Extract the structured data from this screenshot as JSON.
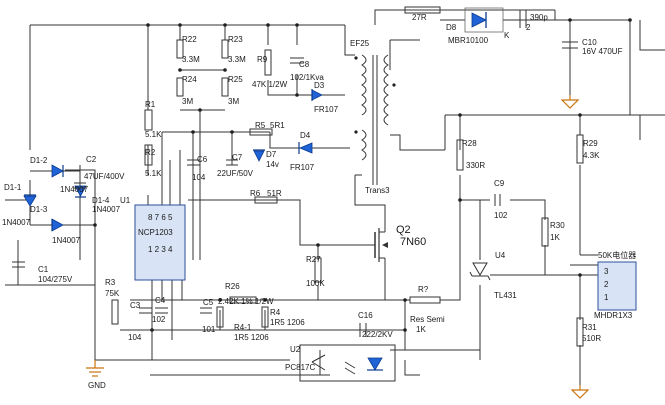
{
  "components": {
    "d1_1": "D1-1",
    "d1_2": "D1-2",
    "d1_3": "D1-3",
    "d1_4": "D1-4",
    "d1_1_val": "1N4007",
    "d1_2_val": "1N4007",
    "d1_3_val": "1N4007",
    "d1_4_val": "1N4007",
    "c1": "C1",
    "c1_val": "104/275V",
    "c2": "C2",
    "c2_val": "47UF/400V",
    "r1": "R1",
    "r1_val": "5.1K",
    "r2": "R2",
    "r2_val": "5.1K",
    "r22": "R22",
    "r22_val": "3.3M",
    "r23": "R23",
    "r23_val": "3.3M",
    "r24": "R24",
    "r24_val": "3M",
    "r25": "R25",
    "r25_val": "3M",
    "r9": "R9",
    "r9_val": "47K 1/2W",
    "c8": "C8",
    "c8_val": "102/1Kva",
    "ef25": "EF25",
    "d3": "D3",
    "d3_val": "FR107",
    "d4": "D4",
    "d4_val": "FR107",
    "r5": "R5",
    "r5_val": "5R1",
    "c6": "C6",
    "c6_val": "104",
    "c7": "C7",
    "c7_val": "22UF/50V",
    "d7": "D7",
    "d7_val": "14v",
    "u1": "U1",
    "u1_part": "NCP1203",
    "u1_pins_top": "8 7 6 5",
    "u1_pins_bot": "1 2 3 4",
    "r6": "R6",
    "r6_val": "51R",
    "trans": "Trans3",
    "q2": "Q2",
    "q2_val": "7N60",
    "r27": "R27",
    "r27_val": "100K",
    "r3": "R3",
    "r3_val": "75K",
    "c3": "C3",
    "c3_val": "104",
    "c4": "C4",
    "c4_val": "102",
    "c5": "C5",
    "c5_val": "101",
    "r26": "R26",
    "r26_val": "2.42K 1% 1/2W",
    "r4_1": "R4-1",
    "r4_1_val": "1R5 1206",
    "r4": "R4",
    "r4_val": "1R5 1206",
    "c16": "C16",
    "c16_val": "222/2KV",
    "u2": "U2",
    "u2_part": "PC817C",
    "gnd": "GND",
    "r_top": "27R",
    "d8": "D8",
    "d8_val": "MBR10100",
    "k": "K",
    "two": "2",
    "c390": "390p",
    "c10": "C10",
    "c10_val": "16V  470UF",
    "r28": "R28",
    "r28_val": "330R",
    "c9": "C9",
    "c9_val": "102",
    "r30": "R30",
    "r30_val": "1K",
    "u4": "U4",
    "u4_part": "TL431",
    "r29": "R29",
    "r29_val": "4.3K",
    "pot": "50K电位器",
    "pot_pins": [
      "3",
      "2",
      "1"
    ],
    "mhdr": "MHDR1X3",
    "r31": "R31",
    "r31_val": "510R",
    "rq": "R?",
    "rq_val1": "Res Semi",
    "rq_val2": "1K"
  }
}
